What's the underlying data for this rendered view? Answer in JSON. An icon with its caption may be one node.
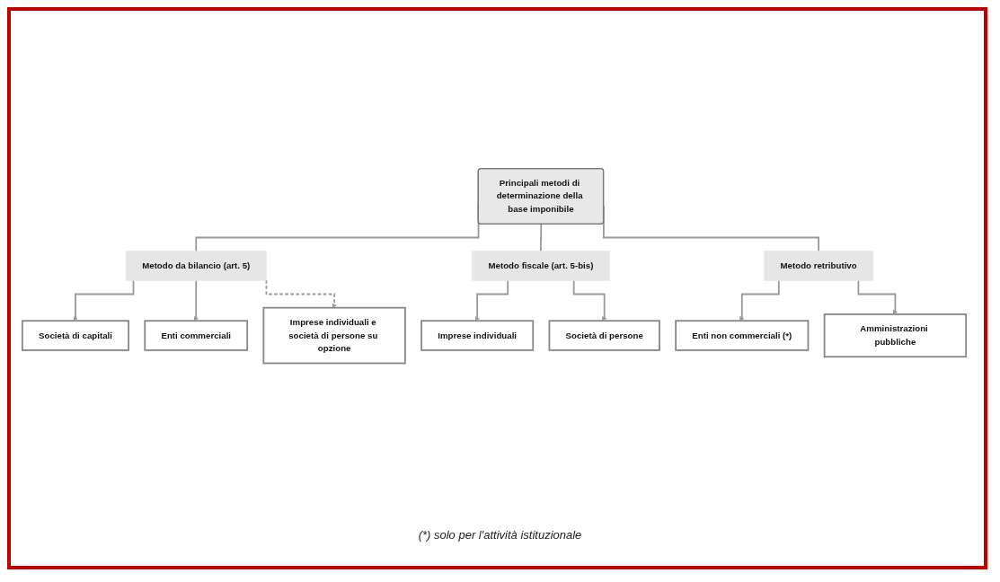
{
  "diagram": {
    "nodes": [
      {
        "text": [
          "Principali metodi di determinazione della base imponibile"
        ]
      },
      {
        "text": [
          "Metodo da bilancio (art. 5)"
        ]
      },
      {
        "text": [
          "Metodo fiscale (art. 5-bis)"
        ]
      },
      {
        "text": [
          "Metodo retributivo"
        ]
      },
      {
        "text": [
          "Società di capitali"
        ]
      },
      {
        "text": [
          "Enti commerciali"
        ]
      },
      {
        "text": [
          "Imprese individuali"
        ]
      },
      {
        "text": [
          "Società di persone"
        ]
      },
      {
        "text": [
          "Enti non commerciali (*)"
        ]
      },
      {
        "text": [
          "Amministrazioni pubbliche"
        ]
      },
      {
        "text": [
          "Imprese individuali e società di persone su opzione"
        ]
      }
    ],
    "edges": [
      {
        "from": 0,
        "to": 1,
        "arrow": "none"
      },
      {
        "from": 0,
        "to": 2,
        "arrow": "none"
      },
      {
        "from": 0,
        "to": 3,
        "arrow": "none"
      },
      {
        "from": 1,
        "to": 4,
        "arrow": "to"
      },
      {
        "from": 1,
        "to": 5,
        "arrow": "to"
      },
      {
        "from": 2,
        "to": 6,
        "arrow": "to"
      },
      {
        "from": 2,
        "to": 7,
        "arrow": "to"
      },
      {
        "from": 3,
        "to": 8,
        "arrow": "to"
      },
      {
        "from": 3,
        "to": 9,
        "arrow": "to"
      },
      {
        "from": 1,
        "to": 10,
        "arrow": "to",
        "style": "dashed"
      }
    ],
    "labels": [
      "(*) solo per l'attività istituzionale"
    ]
  }
}
